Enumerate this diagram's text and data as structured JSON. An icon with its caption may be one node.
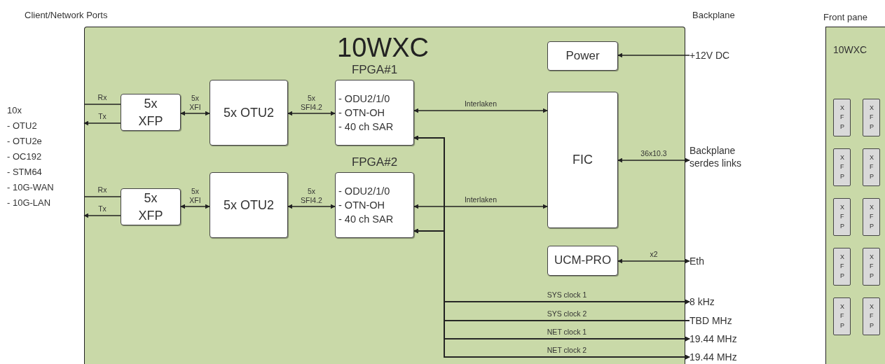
{
  "diagram": {
    "nodes": [
      {
        "text": [
          "10WXC"
        ]
      },
      {
        "text": [
          "5x XFP"
        ],
        "in": 0
      },
      {
        "text": [
          "5x OTU2"
        ],
        "in": 0
      },
      {
        "text": [
          "FPGA#1",
          "- ODU2/1/0",
          "- OTN-OH",
          "- 40 ch SAR"
        ],
        "in": 0
      },
      {
        "text": [
          "Power"
        ],
        "in": 0
      },
      {
        "text": [
          "FIC"
        ],
        "in": 0
      },
      {
        "text": [
          "5x XFP"
        ],
        "in": 0
      },
      {
        "text": [
          "5x OTU2"
        ],
        "in": 0
      },
      {
        "text": [
          "FPGA#2",
          "- ODU2/1/0",
          "- OTN-OH",
          "- 40 ch SAR"
        ],
        "in": 0
      },
      {
        "text": [
          "UCM-PRO"
        ],
        "in": 0
      },
      {
        "text": [
          "+12V DC"
        ]
      },
      {
        "text": [
          "Backplane serdes links"
        ]
      },
      {
        "text": [
          "Eth"
        ]
      },
      {
        "text": [
          "8 kHz"
        ]
      },
      {
        "text": [
          "TBD MHz"
        ]
      },
      {
        "text": [
          "19.44 MHz"
        ]
      },
      {
        "text": [
          "19.44 MHz"
        ]
      },
      {
        "text": [
          "Front pane",
          "10WXC"
        ]
      },
      {
        "text": [
          "X F P"
        ],
        "in": 17
      },
      {
        "text": [
          "X F P"
        ],
        "in": 17
      },
      {
        "text": [
          "X F P"
        ],
        "in": 17
      },
      {
        "text": [
          "X F P"
        ],
        "in": 17
      },
      {
        "text": [
          "X F P"
        ],
        "in": 17
      },
      {
        "text": [
          "X F P"
        ],
        "in": 17
      },
      {
        "text": [
          "X F P"
        ],
        "in": 17
      },
      {
        "text": [
          "X F P"
        ],
        "in": 17
      },
      {
        "text": [
          "X F P"
        ],
        "in": 17
      },
      {
        "text": [
          "X F P"
        ],
        "in": 17
      }
    ],
    "edges": [
      {
        "from": null,
        "to": 1,
        "arrow": "none",
        "label": "Rx"
      },
      {
        "from": 1,
        "to": null,
        "arrow": "to",
        "label": "Tx"
      },
      {
        "from": 1,
        "to": 2,
        "arrow": "both",
        "label": "5x XFI"
      },
      {
        "from": 2,
        "to": 3,
        "arrow": "both",
        "label": "5x SFI4.2"
      },
      {
        "from": 3,
        "to": 5,
        "arrow": "both",
        "label": "Interlaken"
      },
      {
        "from": null,
        "to": 6,
        "arrow": "none",
        "label": "Rx"
      },
      {
        "from": 6,
        "to": null,
        "arrow": "to",
        "label": "Tx"
      },
      {
        "from": 6,
        "to": 7,
        "arrow": "both",
        "label": "5x XFI"
      },
      {
        "from": 7,
        "to": 8,
        "arrow": "both",
        "label": "5x SFI4.2"
      },
      {
        "from": 8,
        "to": 5,
        "arrow": "both",
        "label": "Interlaken"
      },
      {
        "from": 10,
        "to": 4,
        "arrow": "to"
      },
      {
        "from": 5,
        "to": 11,
        "arrow": "both",
        "label": "36x10.3"
      },
      {
        "from": 9,
        "to": 12,
        "arrow": "both",
        "label": "x2"
      },
      {
        "from": 13,
        "to": 3,
        "arrow": "both",
        "label": "SYS clock 1"
      },
      {
        "from": 13,
        "to": 8,
        "arrow": "both"
      },
      {
        "from": 14,
        "to": 3,
        "arrow": "to",
        "label": "SYS clock 2"
      },
      {
        "from": 14,
        "to": 8,
        "arrow": "to"
      },
      {
        "from": 15,
        "to": 3,
        "arrow": "both",
        "label": "NET clock 1"
      },
      {
        "from": 15,
        "to": 8,
        "arrow": "both"
      },
      {
        "from": 16,
        "to": 3,
        "arrow": "both",
        "label": "NET clock 2"
      },
      {
        "from": 16,
        "to": 8,
        "arrow": "both"
      }
    ],
    "labels": [
      "Client/Network Ports",
      "Backplane",
      "10x",
      "- OTU2",
      "- OTU2e",
      "- OC192",
      "- STM64",
      "- 10G-WAN",
      "- 10G-LAN"
    ]
  }
}
